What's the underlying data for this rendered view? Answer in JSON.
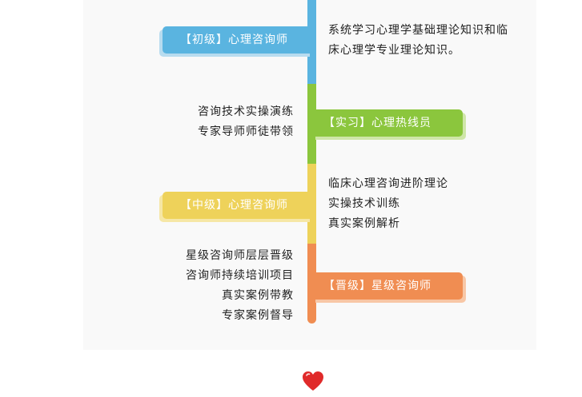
{
  "colors": {
    "blue": "#5ab4e0",
    "green": "#8bc63d",
    "yellow": "#eed25a",
    "orange": "#f08d52",
    "heart": "#e02a2a"
  },
  "stages": [
    {
      "tag": "【初级】心理咨询师",
      "lines": [
        "系统学习心理学基础理论知识和临",
        "床心理学专业理论知识。"
      ]
    },
    {
      "tag": "【实习】心理热线员",
      "lines": [
        "咨询技术实操演练",
        "专家导师师徒带领"
      ]
    },
    {
      "tag": "【中级】心理咨询师",
      "lines": [
        "临床心理咨询进阶理论",
        "实操技术训练",
        "真实案例解析"
      ]
    },
    {
      "tag": "【晋级】星级咨询师",
      "lines": [
        "星级咨询师层层晋级",
        "咨询师持续培训项目",
        "真实案例带教",
        "专家案例督导"
      ]
    }
  ],
  "footer_icon": "heart-icon"
}
